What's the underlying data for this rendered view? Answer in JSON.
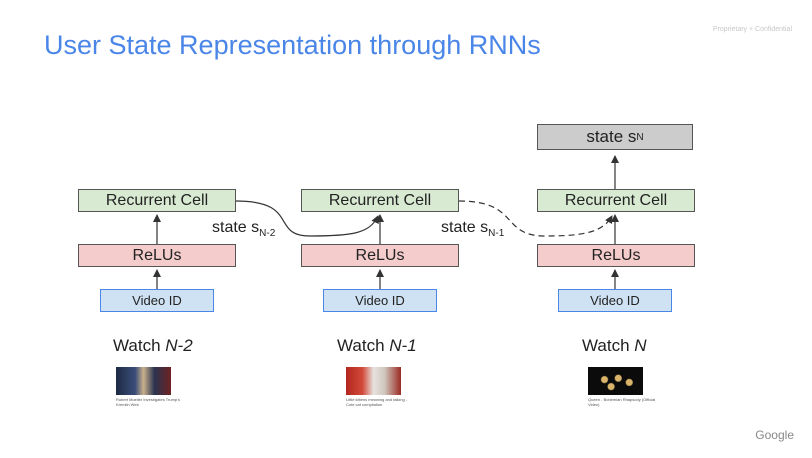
{
  "title": "User State Representation through RNNs",
  "confidential": "Proprietary + Confidential",
  "logo": "Google",
  "top_state": {
    "prefix": "state s",
    "sub": "N"
  },
  "columns": [
    {
      "cell": "Recurrent Cell",
      "relu": "ReLUs",
      "video": "Video ID",
      "watch_prefix": "Watch ",
      "watch_var": "N-2",
      "caption": "Robert Mueller Investigates Trump's Kremlin Web"
    },
    {
      "cell": "Recurrent Cell",
      "relu": "ReLUs",
      "video": "Video ID",
      "watch_prefix": "Watch ",
      "watch_var": "N-1",
      "caption": "Little kittens meowing and talking - Cute cat compilation"
    },
    {
      "cell": "Recurrent Cell",
      "relu": "ReLUs",
      "video": "Video ID",
      "watch_prefix": "Watch ",
      "watch_var": "N",
      "caption": "Queen - Bohemian Rhapsody (Official Video)"
    }
  ],
  "transitions": [
    {
      "prefix": "state s",
      "sub": "N-2"
    },
    {
      "prefix": "state s",
      "sub": "N-1"
    }
  ]
}
